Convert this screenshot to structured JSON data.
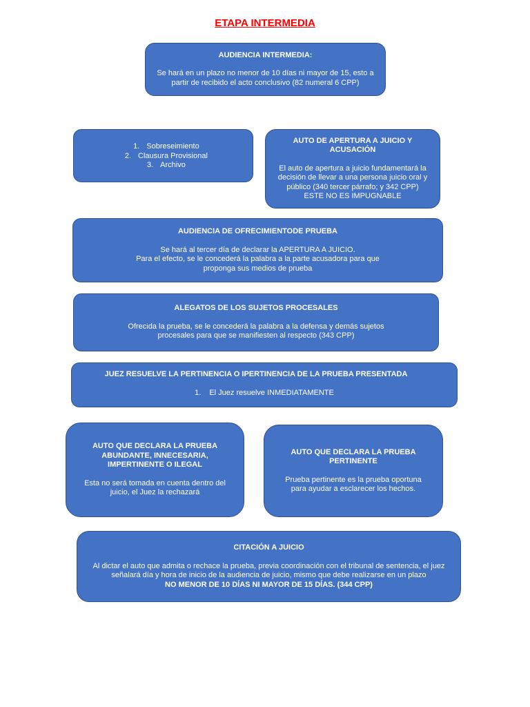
{
  "title": "ETAPA INTERMEDIA",
  "boxes": {
    "audiencia_intermedia": {
      "heading": "AUDIENCIA INTERMEDIA:",
      "body": "Se  hará en un plazo no menor de 10 días ni mayor de 15, esto a partir de recibido el acto conclusivo (82 numeral 6 CPP)"
    },
    "opciones": {
      "items": [
        {
          "num": "1.",
          "label": "Sobreseimiento"
        },
        {
          "num": "2.",
          "label": "Clausura Provisional"
        },
        {
          "num": "3.",
          "label": "Archivo"
        }
      ]
    },
    "auto_apertura": {
      "heading": "AUTO DE APERTURA A JUICIO Y ACUSACIÓN",
      "body": "El auto de apertura a juicio fundamentará la decisión de llevar a una persona juicio oral y público (340 tercer párrafo;  y 342 CPP)",
      "note": "ESTE NO ES IMPUGNABLE"
    },
    "ofrecimiento_prueba": {
      "heading": "AUDIENCIA DE OFRECIMIENTODE PRUEBA",
      "line1": "Se hará al tercer día de declarar la APERTURA A JUICIO.",
      "line2": "Para el efecto, se le concederá la palabra a la parte acusadora para que proponga sus medios de prueba"
    },
    "alegatos": {
      "heading": "ALEGATOS DE LOS SUJETOS PROCESALES",
      "body": "Ofrecida la prueba, se le concederá la palabra a la defensa y demás sujetos procesales para que se manifiesten al respecto (343 CPP)"
    },
    "juez_resuelve": {
      "heading": "JUEZ RESUELVE LA PERTINENCIA O IPERTINENCIA DE LA PRUEBA PRESENTADA",
      "item_num": "1.",
      "item_label": "El Juez resuelve INMEDIATAMENTE"
    },
    "auto_rechaza": {
      "heading": "AUTO QUE DECLARA LA PRUEBA ABUNDANTE, INNECESARIA, IMPERTINENTE O ILEGAL",
      "body": "Esta no será tomada en cuenta dentro del juicio, el Juez la rechazará"
    },
    "auto_pertinente": {
      "heading": "AUTO QUE DECLARA LA PRUEBA PERTINENTE",
      "body": "Prueba pertinente es la prueba oportuna para ayudar a esclarecer los hechos."
    },
    "citacion": {
      "heading": "CITACIÓN A JUICIO",
      "body": "Al dictar el auto que admita o rechace la prueba, previa coordinación con el tribunal de sentencia, el juez señalará día y hora de inicio de la audiencia de juicio, mismo que debe realizarse en un plazo",
      "emphasis": "NO MENOR DE 10 DÍAS NI MAYOR DE 15 DÍAS. (344 CPP)"
    }
  },
  "colors": {
    "box_fill": "#4472c4",
    "box_border": "#2f528f",
    "title": "#ff0000",
    "text": "#ffffff"
  }
}
